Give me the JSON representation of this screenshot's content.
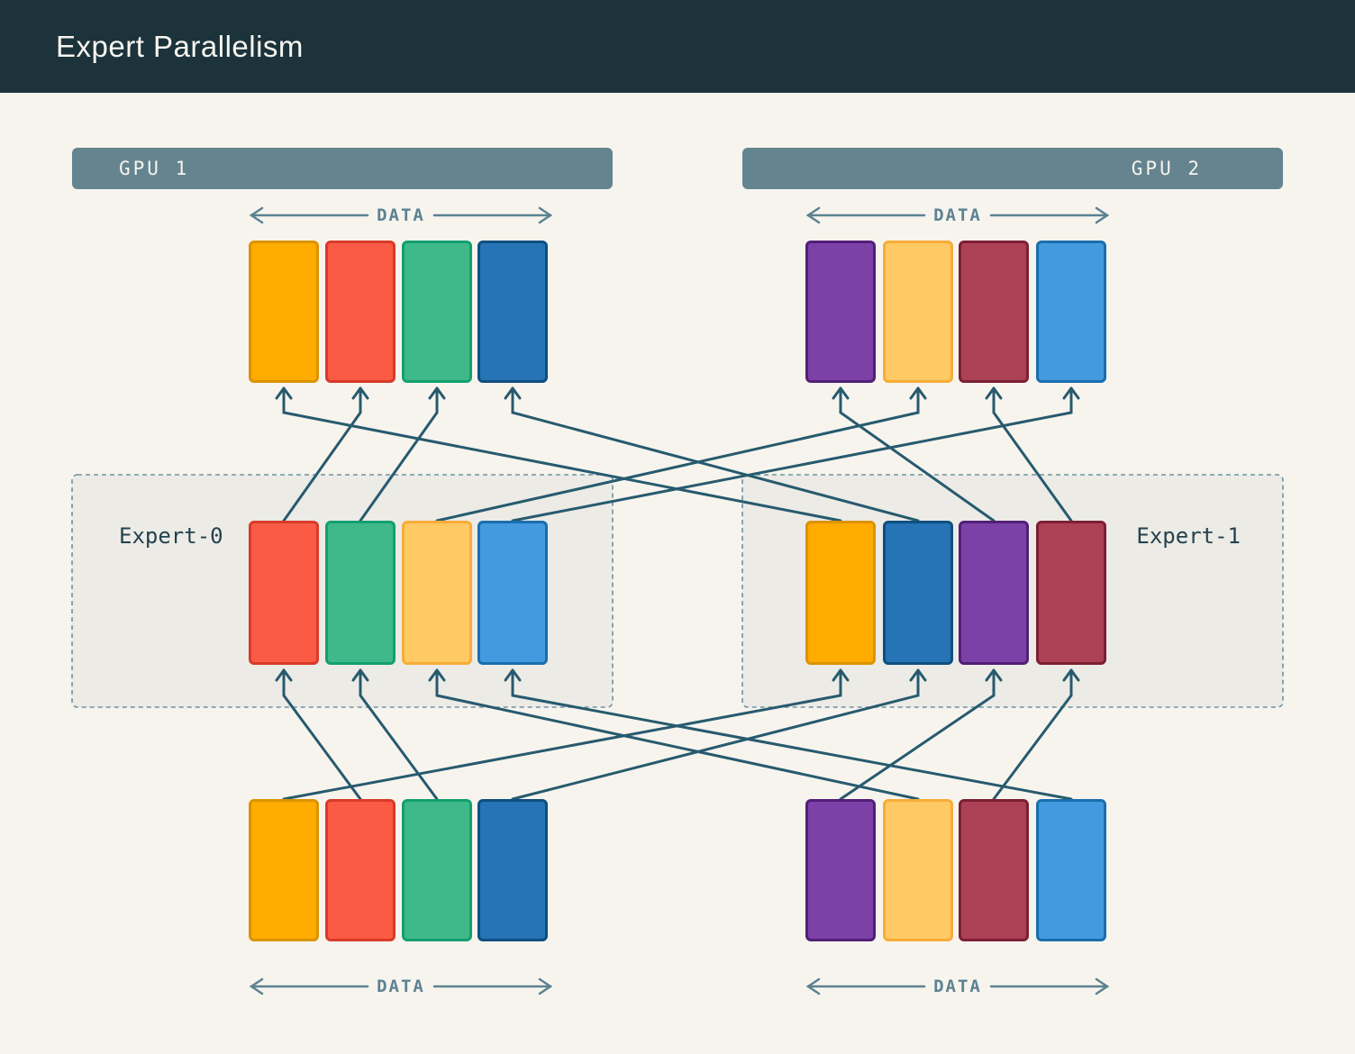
{
  "header": {
    "title": "Expert Parallelism"
  },
  "gpus": [
    {
      "label": "GPU 1"
    },
    {
      "label": "GPU 2"
    }
  ],
  "data_axis_label": "DATA",
  "experts": [
    {
      "label": "Expert-0"
    },
    {
      "label": "Expert-1"
    }
  ],
  "colors": {
    "page_bg": "#F7F4EE",
    "header_bg": "#1C333C",
    "header_text": "#F8F5EF",
    "gpu_bar": "#64848F",
    "gpu_bar_text": "#F6F3EC",
    "data_arrow": "#5C8292",
    "route_line": "#275A6E",
    "expert_box_fill": "#ECEBE6",
    "expert_box_border": "#6F91A0",
    "expert_label_text": "#23424E"
  },
  "tokens": {
    "orange": {
      "fill": "#FFAB00",
      "border": "#DB9300"
    },
    "red": {
      "fill": "#FB5B45",
      "border": "#D93A29"
    },
    "green": {
      "fill": "#3FB98A",
      "border": "#13A070"
    },
    "darkblue": {
      "fill": "#2673B5",
      "border": "#0F4F80"
    },
    "purple": {
      "fill": "#7C41A6",
      "border": "#521F78"
    },
    "amber": {
      "fill": "#FFC963",
      "border": "#F8AC38"
    },
    "maroon": {
      "fill": "#AC4156",
      "border": "#7D1F34"
    },
    "lightblue": {
      "fill": "#449ADF",
      "border": "#1A6EAD"
    }
  },
  "rows": {
    "top": [
      "orange",
      "red",
      "green",
      "darkblue",
      "purple",
      "amber",
      "maroon",
      "lightblue"
    ],
    "middle": [
      "red",
      "green",
      "amber",
      "lightblue",
      "orange",
      "darkblue",
      "purple",
      "maroon"
    ],
    "bottom": [
      "orange",
      "red",
      "green",
      "darkblue",
      "purple",
      "amber",
      "maroon",
      "lightblue"
    ]
  },
  "routing": {
    "dispatch": [
      {
        "token": "red",
        "from_col": 1,
        "to_col": 0
      },
      {
        "token": "green",
        "from_col": 2,
        "to_col": 1
      },
      {
        "token": "amber",
        "from_col": 5,
        "to_col": 2
      },
      {
        "token": "lightblue",
        "from_col": 7,
        "to_col": 3
      },
      {
        "token": "orange",
        "from_col": 0,
        "to_col": 4
      },
      {
        "token": "darkblue",
        "from_col": 3,
        "to_col": 5
      },
      {
        "token": "purple",
        "from_col": 4,
        "to_col": 6
      },
      {
        "token": "maroon",
        "from_col": 6,
        "to_col": 7
      }
    ],
    "combine": [
      {
        "token": "red",
        "from_col": 0,
        "to_col": 1
      },
      {
        "token": "green",
        "from_col": 1,
        "to_col": 2
      },
      {
        "token": "amber",
        "from_col": 2,
        "to_col": 5
      },
      {
        "token": "lightblue",
        "from_col": 3,
        "to_col": 7
      },
      {
        "token": "orange",
        "from_col": 4,
        "to_col": 0
      },
      {
        "token": "darkblue",
        "from_col": 5,
        "to_col": 3
      },
      {
        "token": "purple",
        "from_col": 6,
        "to_col": 4
      },
      {
        "token": "maroon",
        "from_col": 7,
        "to_col": 6
      }
    ]
  }
}
